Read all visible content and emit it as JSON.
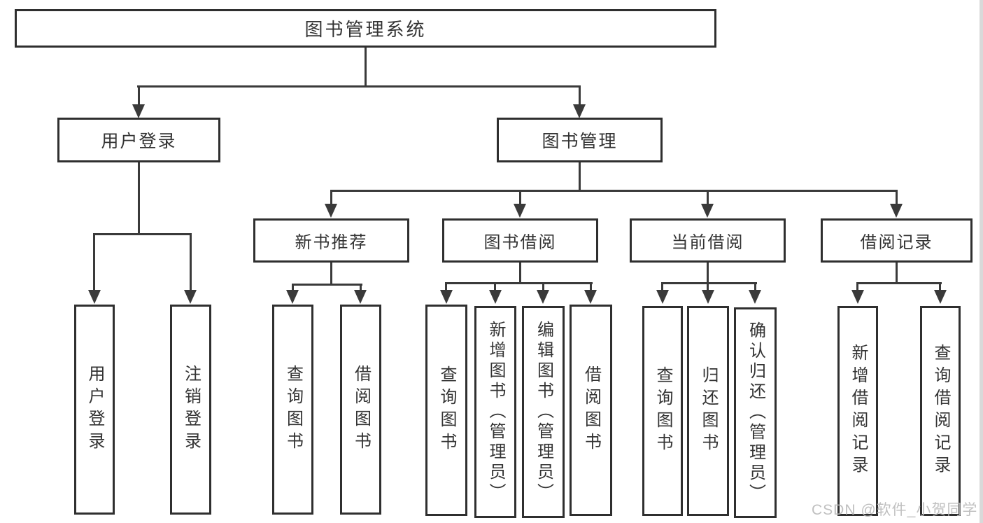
{
  "nodes": {
    "root": "图书管理系统",
    "user_login": "用户登录",
    "book_mgmt": "图书管理",
    "new_books": "新书推荐",
    "book_borrow": "图书借阅",
    "current_borrow": "当前借阅",
    "borrow_records": "借阅记录",
    "leaf_user_login": "用户登录",
    "leaf_logout": "注销登录",
    "leaf_nb_query": "查询图书",
    "leaf_nb_borrow": "借阅图书",
    "leaf_bb_query": "查询图书",
    "leaf_bb_add": "新增图书（管理员）",
    "leaf_bb_edit": "编辑图书（管理员）",
    "leaf_bb_borrow": "借阅图书",
    "leaf_cb_query": "查询图书",
    "leaf_cb_return": "归还图书",
    "leaf_cb_confirm": "确认归还（管理员）",
    "leaf_br_add": "新增借阅记录",
    "leaf_br_query": "查询借阅记录"
  },
  "watermark": "CSDN @软件_小贺同学",
  "colors": {
    "line": "#3a3a3a",
    "box_border": "#2f2f2f",
    "text": "#333333",
    "watermark": "#b9b9b9",
    "background": "#ffffff"
  }
}
